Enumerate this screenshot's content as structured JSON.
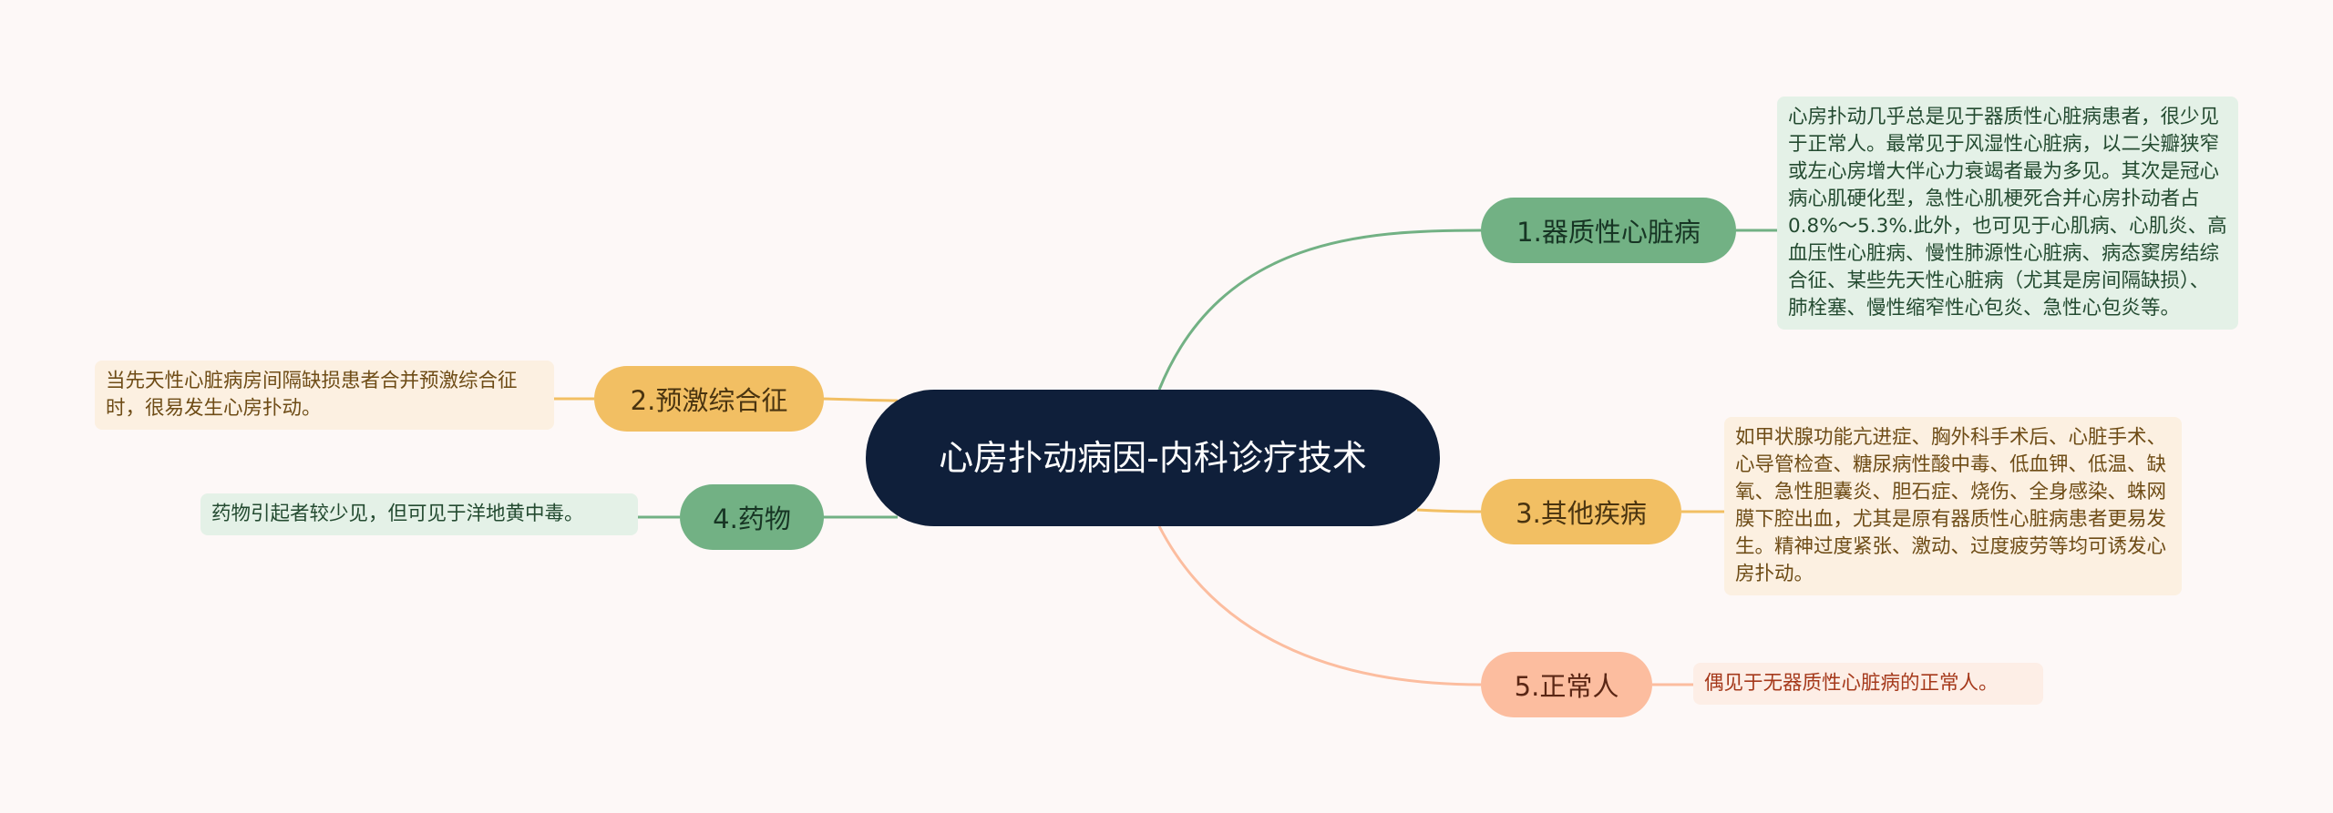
{
  "root": {
    "label": "心房扑动病因-内科诊疗技术"
  },
  "branches": {
    "b1": {
      "label": "1.器质性心脏病",
      "color": "#72b184"
    },
    "b2": {
      "label": "2.预激综合征",
      "color": "#f2bf63"
    },
    "b3": {
      "label": "3.其他疾病",
      "color": "#f2bf63"
    },
    "b4": {
      "label": "4.药物",
      "color": "#72b184"
    },
    "b5": {
      "label": "5.正常人",
      "color": "#fcbd9f"
    }
  },
  "notes": {
    "b1": "心房扑动几乎总是见于器质性心脏病患者，很少见于正常人。最常见于风湿性心脏病，以二尖瓣狭窄或左心房增大伴心力衰竭者最为多见。其次是冠心病心肌硬化型，急性心肌梗死合并心房扑动者占0.8%～5.3%.此外，也可见于心肌病、心肌炎、高血压性心脏病、慢性肺源性心脏病、病态窦房结综合征、某些先天性心脏病（尤其是房间隔缺损）、肺栓塞、慢性缩窄性心包炎、急性心包炎等。",
    "b2": "当先天性心脏病房间隔缺损患者合并预激综合征时，很易发生心房扑动。",
    "b3": "如甲状腺功能亢进症、胸外科手术后、心脏手术、心导管检查、糖尿病性酸中毒、低血钾、低温、缺氧、急性胆囊炎、胆石症、烧伤、全身感染、蛛网膜下腔出血，尤其是原有器质性心脏病患者更易发生。精神过度紧张、激动、过度疲劳等均可诱发心房扑动。",
    "b4": "药物引起者较少见，但可见于洋地黄中毒。",
    "b5": "偶见于无器质性心脏病的正常人。"
  }
}
